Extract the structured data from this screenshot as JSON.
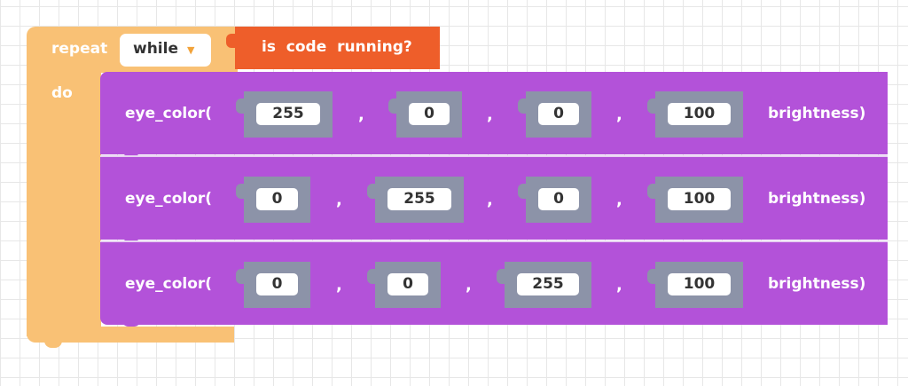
{
  "repeat_block": {
    "keyword": "repeat",
    "mode": "while",
    "do_label": "do",
    "condition": "is  code  running?"
  },
  "eye_color_rows": [
    {
      "function": "eye_color(",
      "args": [
        "255",
        "0",
        "0",
        "100"
      ],
      "separator": ",",
      "tail": "brightness)"
    },
    {
      "function": "eye_color(",
      "args": [
        "0",
        "255",
        "0",
        "100"
      ],
      "separator": ",",
      "tail": "brightness)"
    },
    {
      "function": "eye_color(",
      "args": [
        "0",
        "0",
        "255",
        "100"
      ],
      "separator": ",",
      "tail": "brightness)"
    }
  ],
  "colors": {
    "repeat_block": "#f9c175",
    "condition_block": "#ee5e2a",
    "eye_color_block": "#b352d9",
    "input_slot": "#8c93a8"
  }
}
